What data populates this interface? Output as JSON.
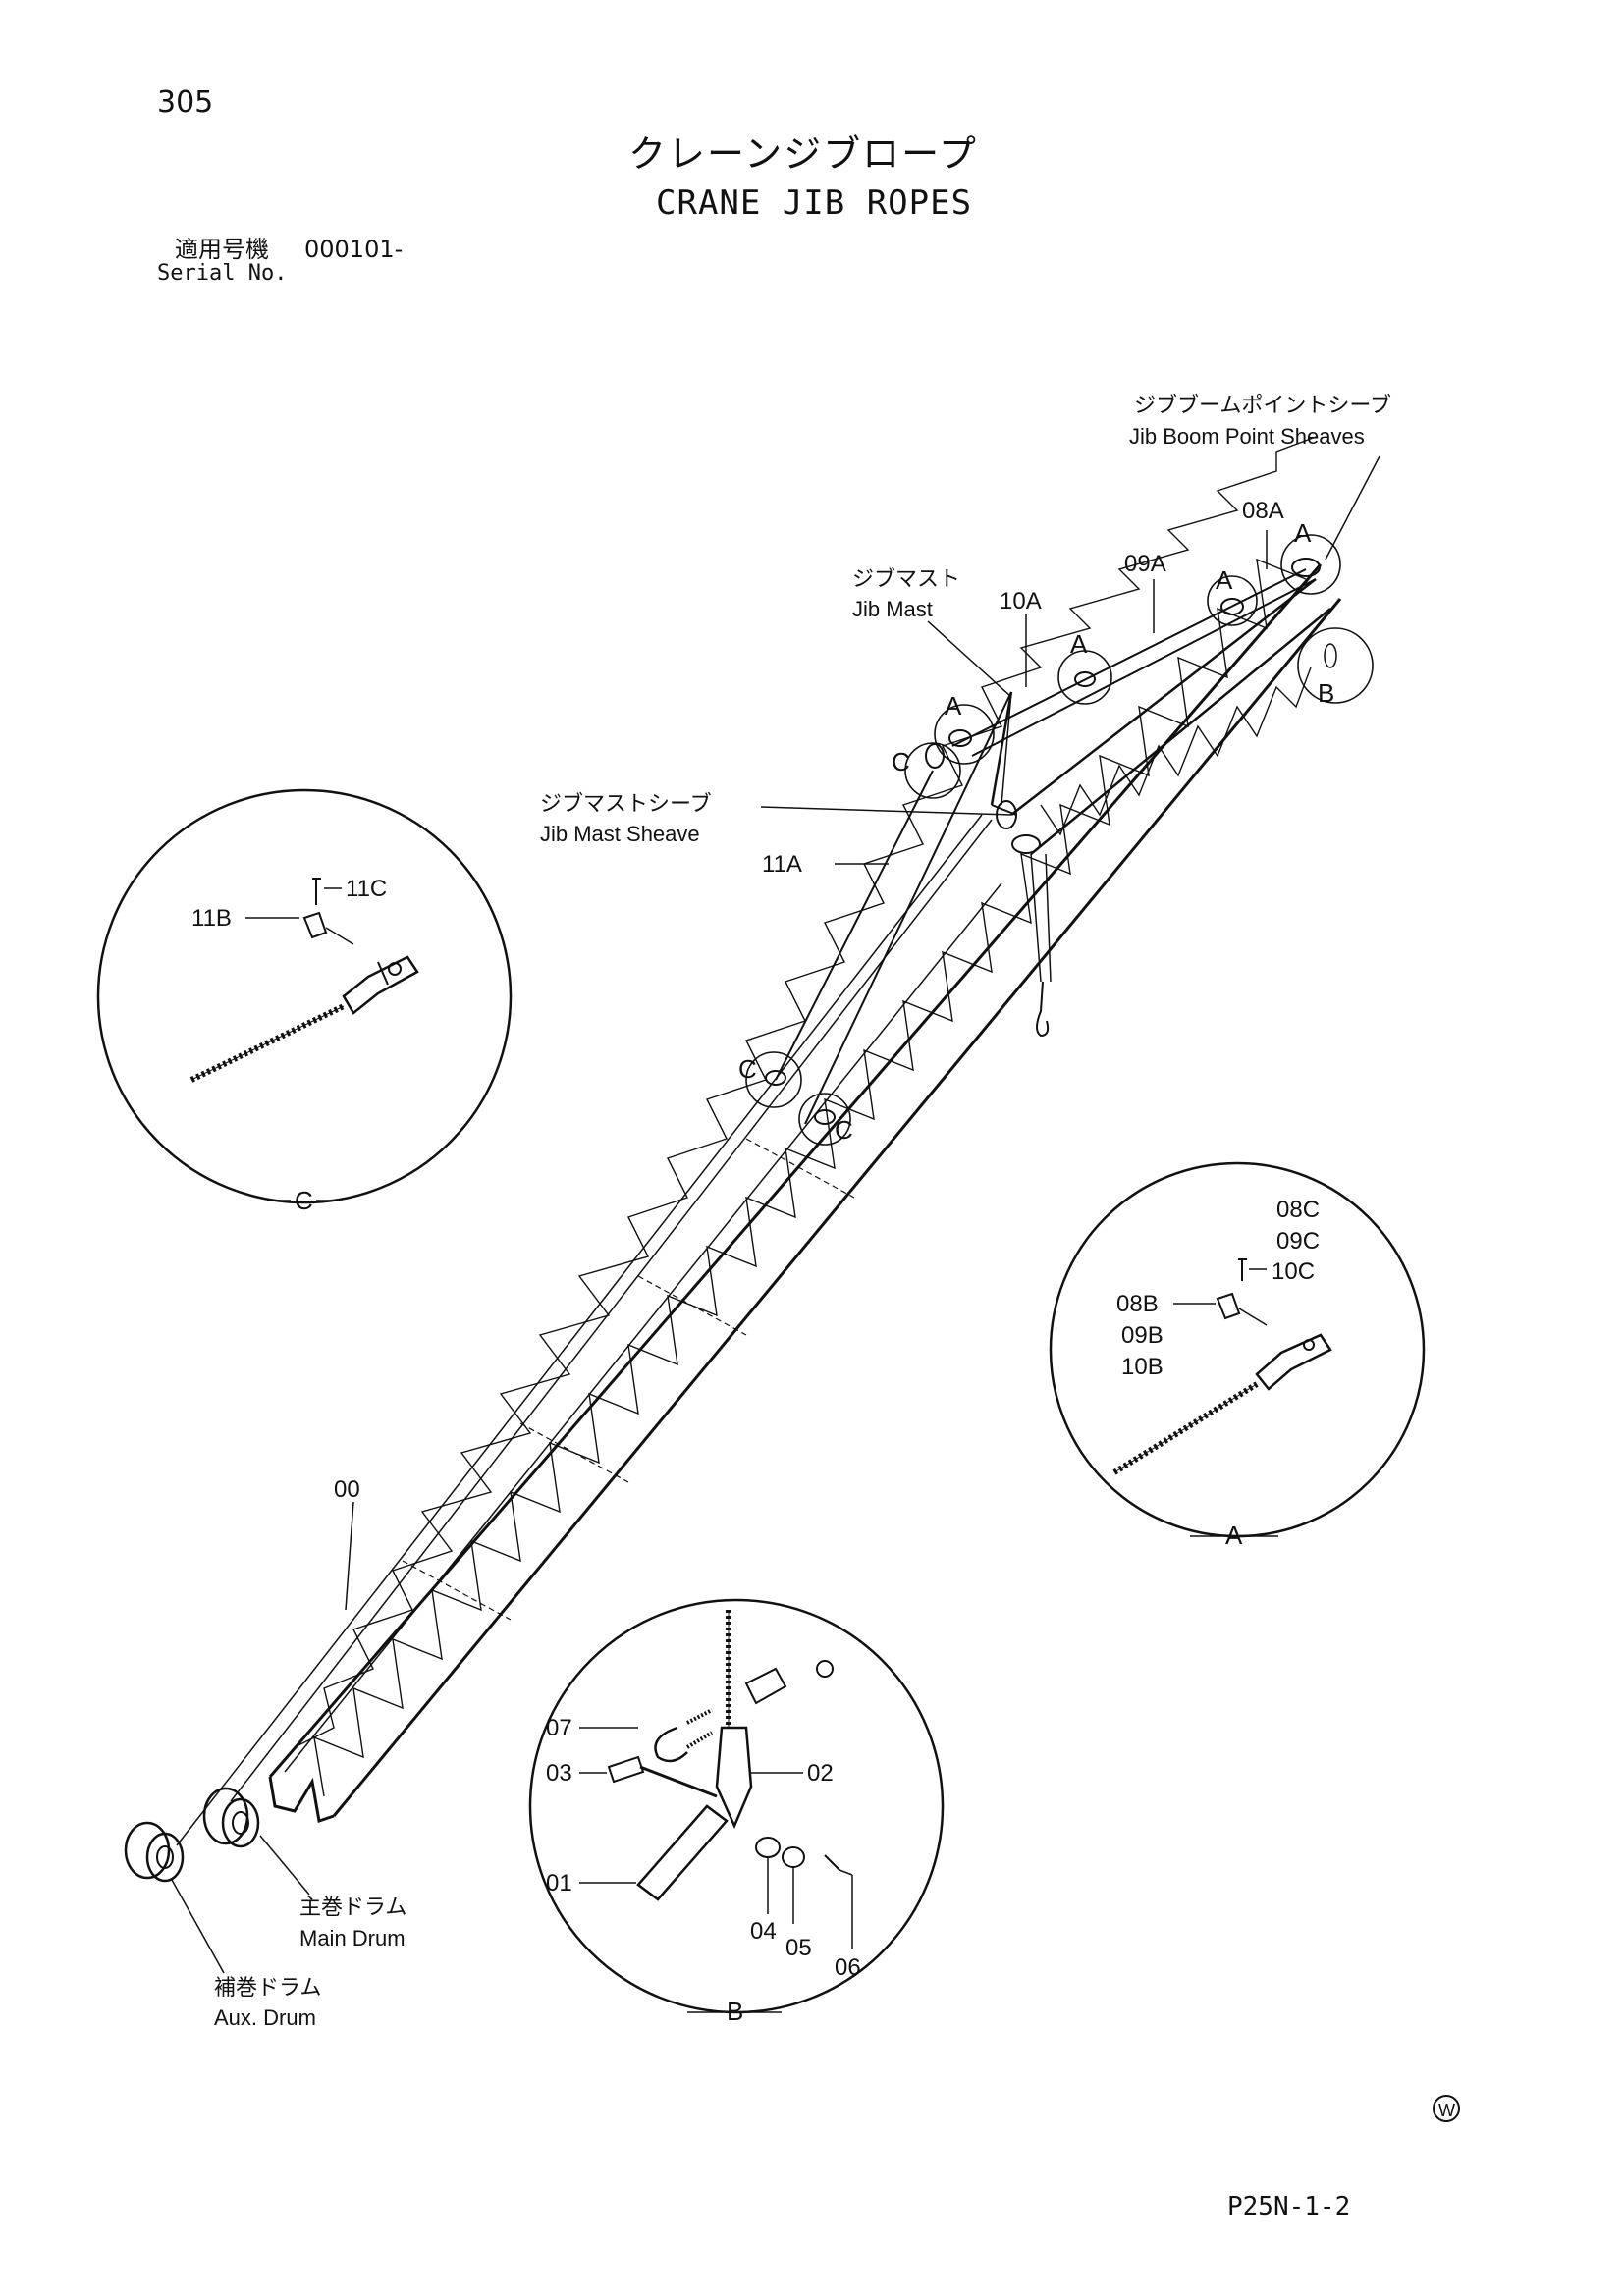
{
  "page": {
    "number": "305",
    "title_jp": "クレーンジブロープ",
    "title_en": "CRANE JIB ROPES",
    "serial_label_jp": "適用号機",
    "serial_value": "000101-",
    "serial_label_en": "Serial No.",
    "footer_code": "P25N-1-2",
    "mark": "W"
  },
  "callouts": {
    "jib_boom_point_sheaves_jp": "ジブブームポイントシーブ",
    "jib_boom_point_sheaves_en": "Jib Boom Point Sheaves",
    "jib_mast_jp": "ジブマスト",
    "jib_mast_en": "Jib Mast",
    "jib_mast_sheave_jp": "ジブマストシーブ",
    "jib_mast_sheave_en": "Jib Mast Sheave",
    "main_drum_jp": "主巻ドラム",
    "main_drum_en": "Main Drum",
    "aux_drum_jp": "補巻ドラム",
    "aux_drum_en": "Aux. Drum"
  },
  "parts": {
    "p08A": "08A",
    "p09A": "09A",
    "p10A": "10A",
    "p11A": "11A",
    "p00": "00",
    "p11B": "11B",
    "p11C": "11C",
    "p08C": "08C",
    "p09C": "09C",
    "p10C": "10C",
    "p08B": "08B",
    "p09B": "09B",
    "p10B": "10B",
    "p07": "07",
    "p03": "03",
    "p01": "01",
    "p02": "02",
    "p04": "04",
    "p05": "05",
    "p06": "06"
  },
  "detail_refs": {
    "a": "A",
    "b": "B",
    "c": "C"
  }
}
